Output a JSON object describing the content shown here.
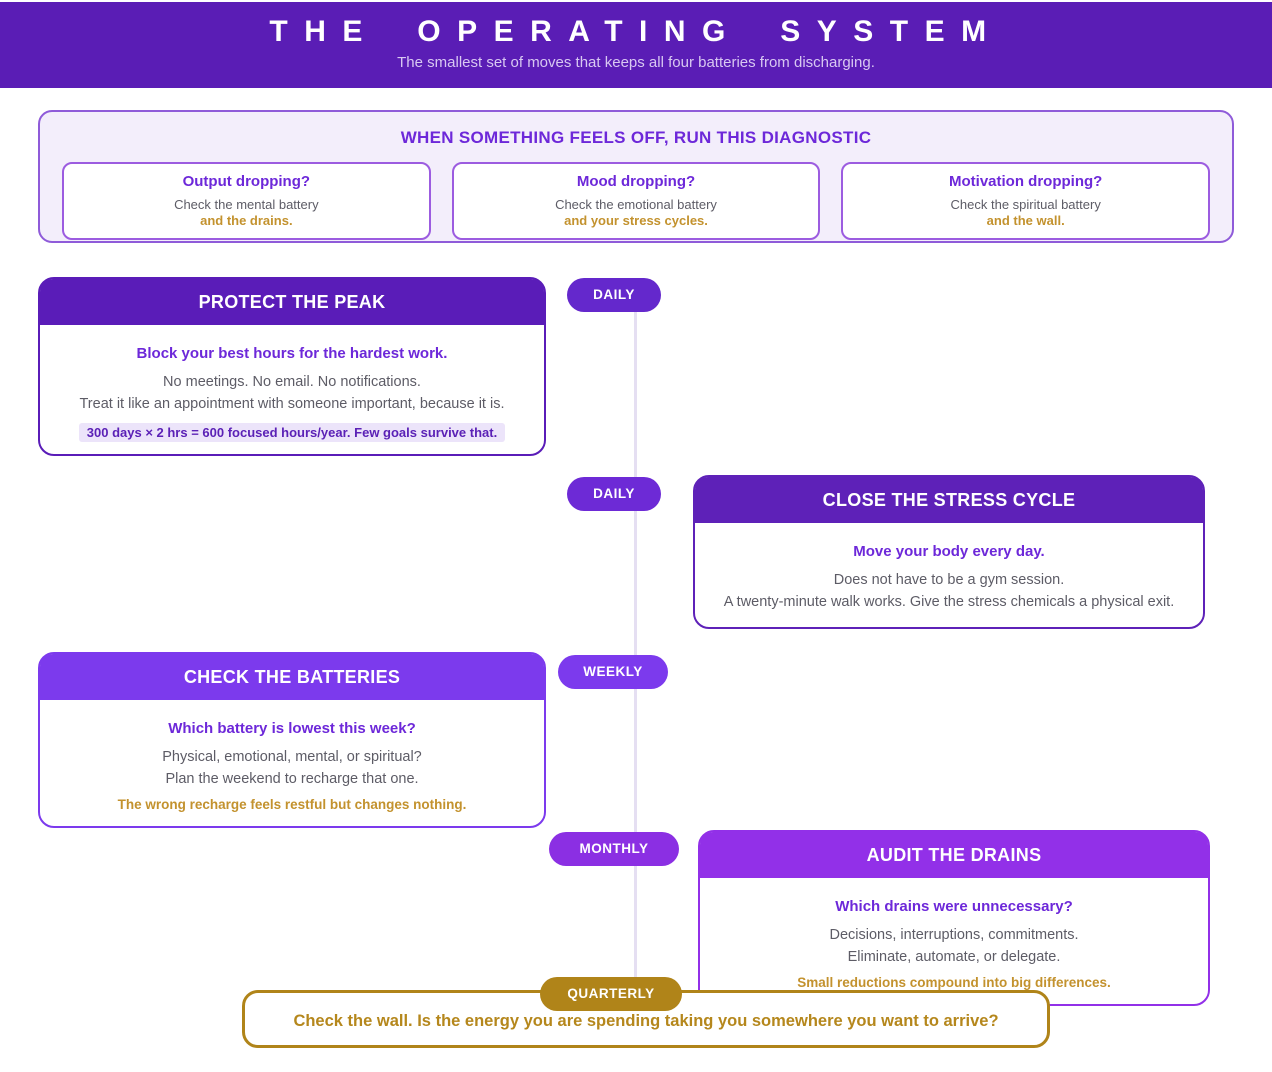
{
  "header": {
    "title": "THE OPERATING SYSTEM",
    "subtitle": "The smallest set of moves that keeps all four batteries from discharging."
  },
  "diagnostic": {
    "title": "WHEN SOMETHING FEELS OFF, RUN THIS DIAGNOSTIC",
    "cards": [
      {
        "question": "Output dropping?",
        "line1": "Check the mental battery",
        "line2": "and the drains."
      },
      {
        "question": "Mood dropping?",
        "line1": "Check the emotional battery",
        "line2": "and your stress cycles."
      },
      {
        "question": "Motivation dropping?",
        "line1": "Check the spiritual battery",
        "line2": "and the wall."
      }
    ]
  },
  "sections": [
    {
      "badge": "DAILY",
      "title": "PROTECT THE PEAK",
      "lead": "Block your best hours for the hardest work.",
      "lines": [
        "No meetings. No email. No notifications.",
        "Treat it like an appointment with someone important, because it is."
      ],
      "footnote": "300 days × 2 hrs = 600 focused hours/year. Few goals survive that."
    },
    {
      "badge": "DAILY",
      "title": "CLOSE THE STRESS CYCLE",
      "lead": "Move your body every day.",
      "lines": [
        "Does not have to be a gym session.",
        "A twenty-minute walk works. Give the stress chemicals a physical exit."
      ]
    },
    {
      "badge": "WEEKLY",
      "title": "CHECK THE BATTERIES",
      "lead": "Which battery is lowest this week?",
      "lines": [
        "Physical, emotional, mental, or spiritual?",
        "Plan the weekend to recharge that one."
      ],
      "footnote": "The wrong recharge feels restful but changes nothing."
    },
    {
      "badge": "MONTHLY",
      "title": "AUDIT THE DRAINS",
      "lead": "Which drains were unnecessary?",
      "lines": [
        "Decisions, interruptions, commitments.",
        "Eliminate, automate, or delegate."
      ],
      "footnote": "Small reductions compound into big differences."
    }
  ],
  "quarterly": {
    "badge": "QUARTERLY",
    "text": "Check the wall. Is the energy you are spending taking you somewhere you want to arrive?"
  },
  "colors": {
    "banner": "#5a1db5",
    "subtitle": "#d8c8f2",
    "panel_bg": "#f3eefb",
    "panel_border": "#8f5bd9",
    "card_border": "#9c5ce0",
    "purple_text": "#6d28d9",
    "purple_dark": "#5b21b6",
    "gray_text": "#5d5c66",
    "amber_text": "#c3922e",
    "gold": "#b08419",
    "gold_text": "#b5871c",
    "line": "#e5dff2",
    "highlight": "#ece4fa",
    "header_protect": "#5a1cb8",
    "header_stress": "#5e21b8",
    "header_batteries": "#7c3aed",
    "header_drains": "#9230e8",
    "badge_daily_1": "#6428cc",
    "badge_daily_2": "#6d2ad6",
    "badge_weekly": "#7c3aed",
    "badge_monthly": "#8b2fe3"
  }
}
